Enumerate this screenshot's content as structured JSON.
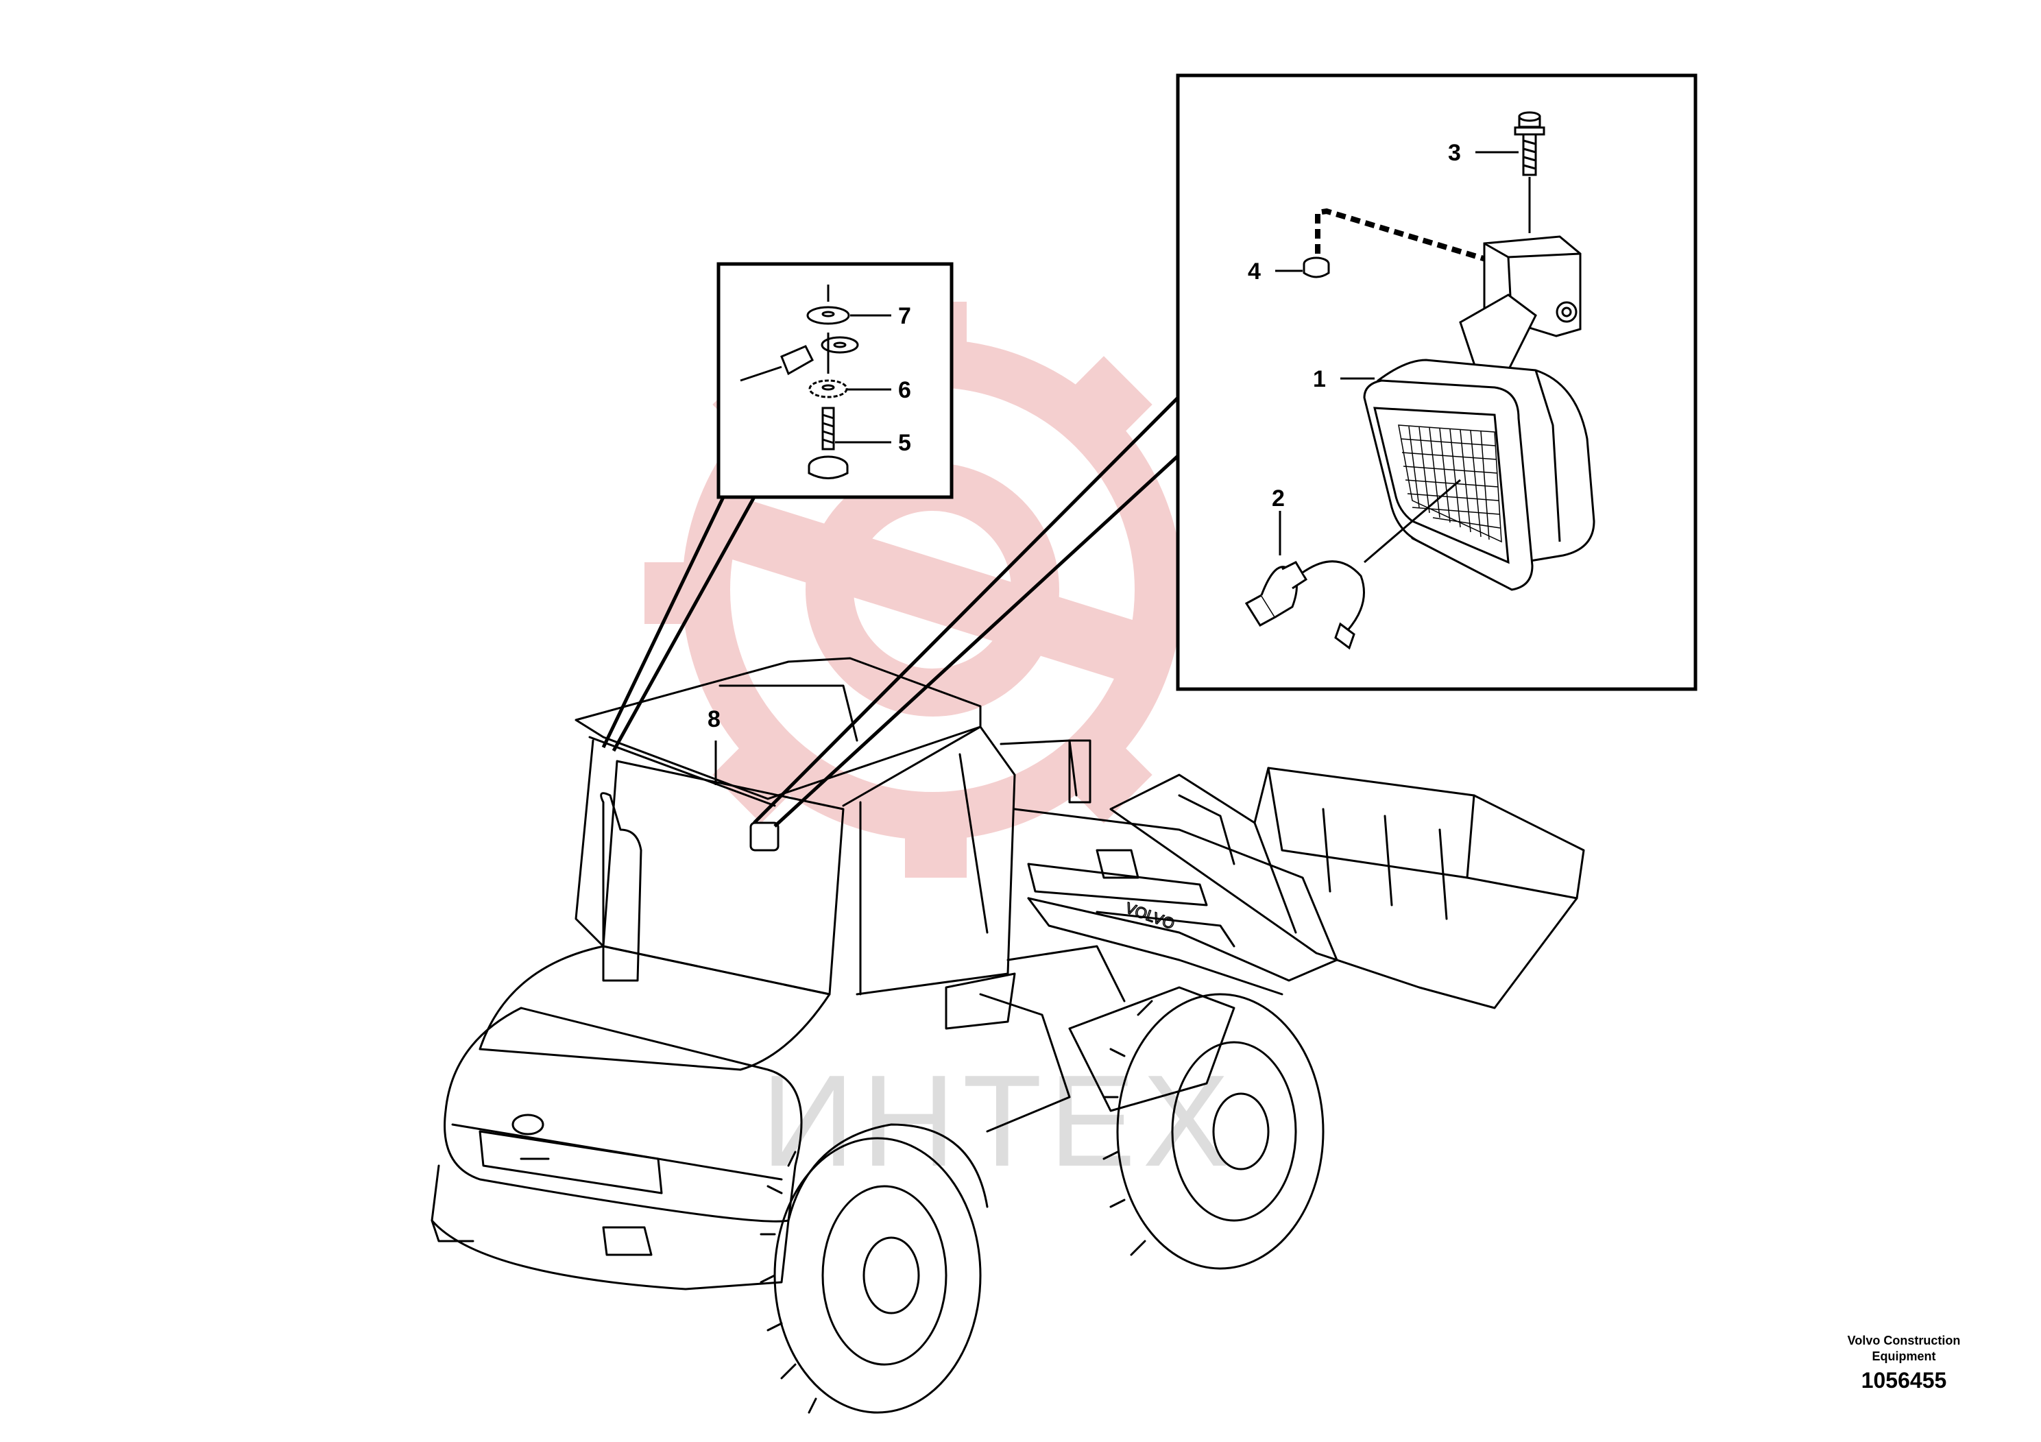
{
  "callouts": {
    "c1": "1",
    "c2": "2",
    "c3": "3",
    "c4": "4",
    "c5": "5",
    "c6": "6",
    "c7": "7",
    "c8": "8"
  },
  "machine_logo": "VOLVO",
  "brand_line1": "Volvo Construction",
  "brand_line2": "Equipment",
  "drawing_number": "1056455",
  "watermark_text": "ИНТЕХ",
  "colors": {
    "line": "#000000",
    "watermark": "#f3c7c7",
    "watermark_text": "#dddddd"
  }
}
